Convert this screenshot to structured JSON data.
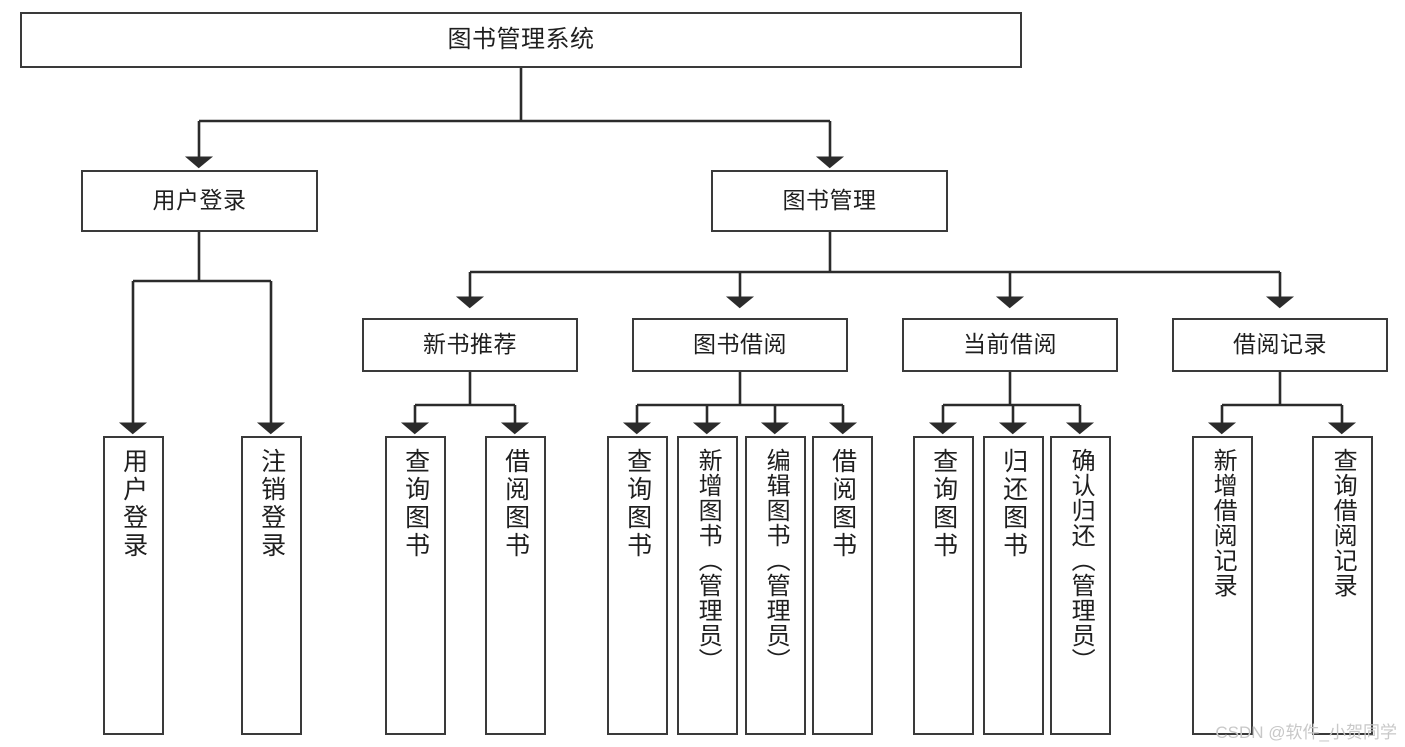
{
  "diagram": {
    "type": "tree-hierarchy",
    "title": "图书管理系统",
    "watermark": "CSDN @软件_小贺同学",
    "colors": {
      "box_border": "#3a3a3a",
      "box_fill": "#ffffff",
      "connector": "#2b2b2b",
      "text": "#1f1f1f",
      "watermark": "#c8c8c8"
    },
    "levels": {
      "root": {
        "label": "图书管理系统"
      },
      "level2": [
        {
          "label": "用户登录"
        },
        {
          "label": "图书管理"
        }
      ],
      "level3": [
        {
          "label": "新书推荐"
        },
        {
          "label": "图书借阅"
        },
        {
          "label": "当前借阅"
        },
        {
          "label": "借阅记录"
        }
      ],
      "leaves": [
        {
          "label": "用户登录",
          "parent": "用户登录"
        },
        {
          "label": "注销登录",
          "parent": "用户登录"
        },
        {
          "label": "查询图书",
          "parent": "新书推荐"
        },
        {
          "label": "借阅图书",
          "parent": "新书推荐"
        },
        {
          "label": "查询图书",
          "parent": "图书借阅"
        },
        {
          "label": "新增图书（管理员）",
          "parent": "图书借阅"
        },
        {
          "label": "编辑图书（管理员）",
          "parent": "图书借阅"
        },
        {
          "label": "借阅图书",
          "parent": "图书借阅"
        },
        {
          "label": "查询图书",
          "parent": "当前借阅"
        },
        {
          "label": "归还图书",
          "parent": "当前借阅"
        },
        {
          "label": "确认归还（管理员）",
          "parent": "当前借阅"
        },
        {
          "label": "新增借阅记录",
          "parent": "借阅记录"
        },
        {
          "label": "查询借阅记录",
          "parent": "借阅记录"
        }
      ]
    }
  }
}
